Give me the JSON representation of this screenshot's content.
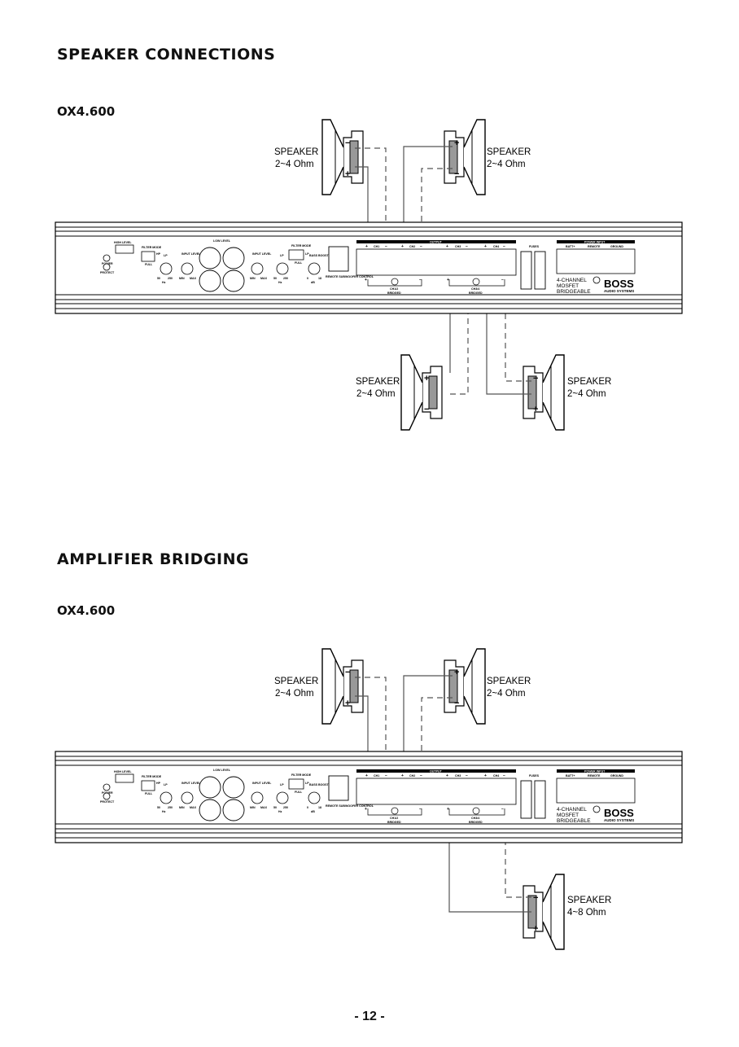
{
  "sections": [
    {
      "heading": "SPEAKER CONNECTIONS",
      "model": "OX4.600",
      "speakers": [
        {
          "label": "SPEAKER",
          "impedance": "2~4 Ohm"
        },
        {
          "label": "SPEAKER",
          "impedance": "2~4 Ohm"
        },
        {
          "label": "SPEAKER",
          "impedance": "2~4 Ohm"
        },
        {
          "label": "SPEAKER",
          "impedance": "2~4 Ohm"
        }
      ]
    },
    {
      "heading": "AMPLIFIER BRIDGING",
      "model": "OX4.600",
      "speakers": [
        {
          "label": "SPEAKER",
          "impedance": "2~4 Ohm"
        },
        {
          "label": "SPEAKER",
          "impedance": "2~4 Ohm"
        },
        {
          "label": "SPEAKER",
          "impedance": "4~8 Ohm"
        }
      ]
    }
  ],
  "amplifier": {
    "high_level": "HIGH LEVEL",
    "filter_mode": "FILTER MODE",
    "hp": "HP",
    "full": "FULL",
    "lp": "LP",
    "power": "POWER",
    "protect": "PROTECT",
    "low_level": "LOW LEVEL",
    "input_level": "INPUT LEVEL",
    "min": "MIN",
    "max": "MAX",
    "hz": "Hz",
    "f50": "50",
    "f250": "250",
    "bass_boost": "BASS BOOST",
    "db": "dB",
    "b0": "0",
    "b18": "18",
    "remote_sub": "REMOTE SUBWOOFER CONTROL",
    "output": "OUTPUT",
    "ch1": "CH1",
    "ch2": "CH2",
    "ch3": "CH3",
    "ch4": "CH4",
    "ch12": "CH1/2",
    "ch34": "CH3/4",
    "bridged": "BRIDGED",
    "fuses": "FUSES",
    "power_input": "POWER INPUT",
    "batt": "BATT+",
    "remote": "REMOTE",
    "ground": "GROUND",
    "feature1": "4-CHANNEL",
    "feature2": "MOSFET",
    "feature3": "BRIDGEABLE",
    "brand": "BOSS",
    "brand_sub": "AUDIO SYSTEMS"
  },
  "footer": {
    "page": "- 12 -"
  }
}
